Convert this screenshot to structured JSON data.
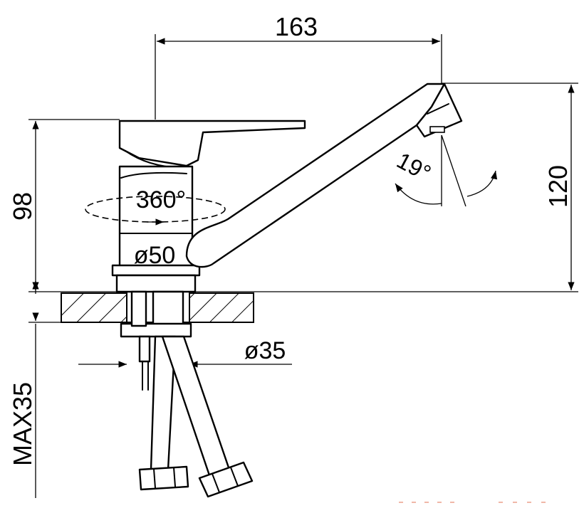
{
  "dimensions": {
    "width": "163",
    "spout_height": "120",
    "body_height": "98",
    "rotation": "360°",
    "base_diameter": "ø50",
    "pipe_diameter": "ø35",
    "max_thickness": "MAX35",
    "spout_angle": "19°"
  },
  "colors": {
    "line": "#000000",
    "background": "#ffffff",
    "accent_mark": "#e07050"
  }
}
